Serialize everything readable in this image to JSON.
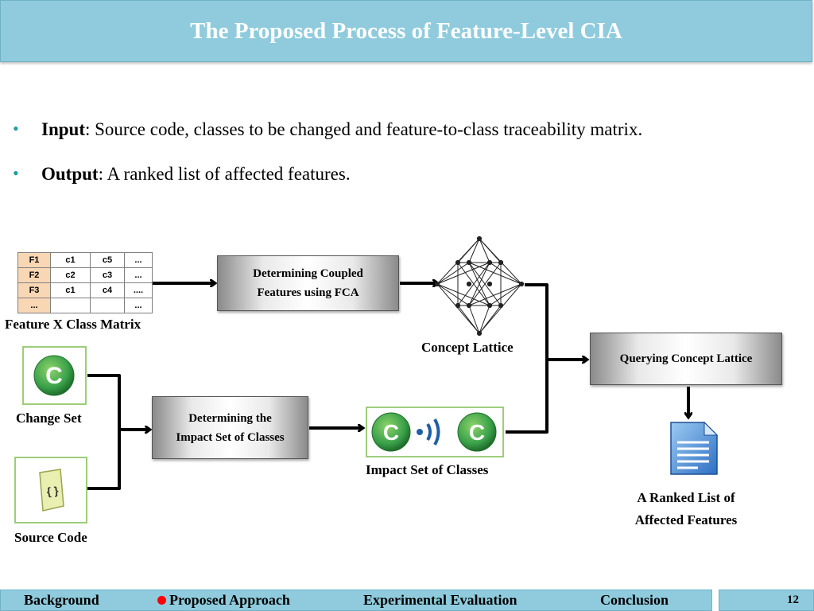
{
  "title": "The Proposed Process of Feature-Level CIA",
  "bullets": [
    {
      "term": "Input",
      "text": ": Source code, classes to be changed and feature-to-class traceability matrix."
    },
    {
      "term": "Output",
      "text": ": A ranked list of  affected features."
    }
  ],
  "matrix": {
    "rows": [
      [
        "F1",
        "c1",
        "c5",
        "..."
      ],
      [
        "F2",
        "c2",
        "c3",
        "..."
      ],
      [
        "F3",
        "c1",
        "c4",
        "...."
      ],
      [
        "...",
        "",
        "",
        "..."
      ]
    ],
    "label": "Feature X Class Matrix"
  },
  "nodes": {
    "coupled_features": {
      "line1": "Determining Coupled",
      "line2": "Features using FCA"
    },
    "concept_lattice": "Concept Lattice",
    "change_set": "Change Set",
    "source_code": "Source Code",
    "impact_process": {
      "line1": "Determining the",
      "line2": "Impact Set of Classes"
    },
    "impact_set": "Impact Set of Classes",
    "query": "Querying Concept Lattice",
    "ranked_list": {
      "line1": "A Ranked List of",
      "line2": "Affected Features"
    }
  },
  "icons": {
    "class_icon_glyph": "C",
    "source_icon_glyph": "{ }",
    "class_icon_color": "#3aa14a"
  },
  "footer": {
    "nav": [
      "Background",
      "Proposed Approach",
      "Experimental Evaluation",
      "Conclusion"
    ],
    "active_marker_color": "#ff0000",
    "page": "12"
  }
}
